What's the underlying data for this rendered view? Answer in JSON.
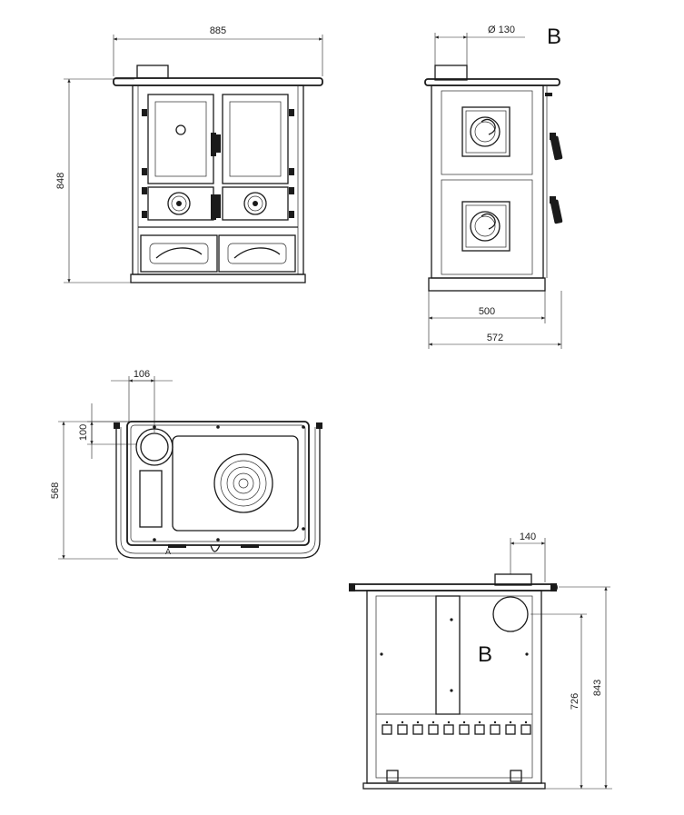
{
  "front_view": {
    "width_label": "885",
    "height_label": "848"
  },
  "side_view": {
    "flue_label": "Ø 130",
    "view_label": "B",
    "body_depth_label": "500",
    "total_depth_label": "572"
  },
  "top_view": {
    "flue_offset_x_label": "106",
    "flue_offset_y_label": "100",
    "depth_label": "568",
    "mark_label": "A"
  },
  "rear_view": {
    "flue_offset_label": "140",
    "view_label": "B",
    "flue_height_label": "726",
    "total_height_label": "843"
  }
}
